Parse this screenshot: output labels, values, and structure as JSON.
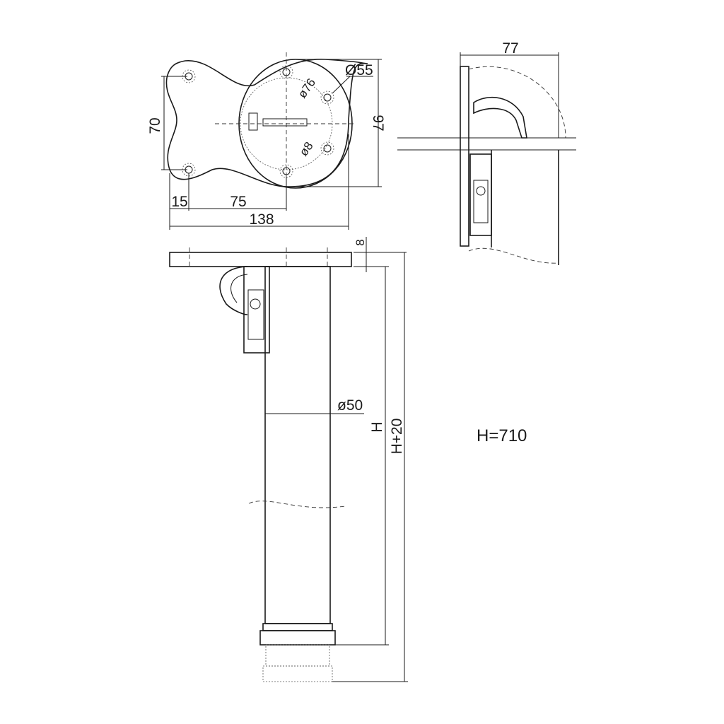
{
  "top_view": {
    "dim_width": "138",
    "dim_height": "97",
    "dim_hole_spacing": "70",
    "dim_edge_offset": "15",
    "dim_hole_offset": "75",
    "dim_outer_circle": "Ø55",
    "dim_bolt_circle": "ø76",
    "dim_hole": "ø8"
  },
  "side_view": {
    "dim_depth": "77"
  },
  "front_view": {
    "dim_plate_thickness": "8",
    "dim_tube_diameter": "ø50",
    "dim_height": "H",
    "dim_height_max": "H+20"
  },
  "note": "H=710"
}
